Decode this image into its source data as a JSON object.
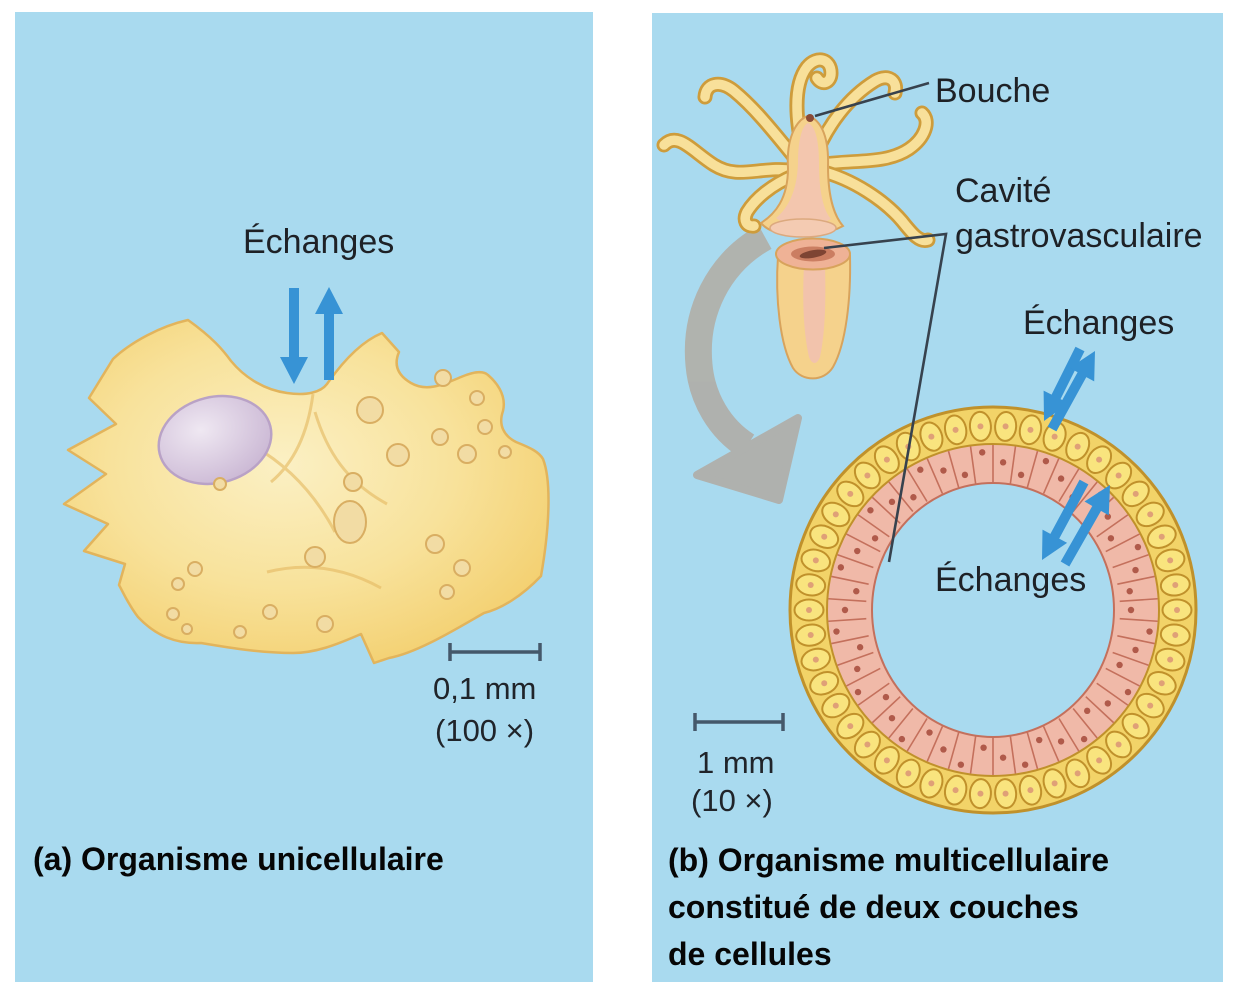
{
  "figure": {
    "panel_a": {
      "caption": "(a) Organisme unicellulaire",
      "exchanges_label": "Échanges",
      "scale_bar": {
        "label": "0,1 mm",
        "magnification": "(100 ×)"
      }
    },
    "panel_b": {
      "caption_lines": [
        "(b) Organisme multicellulaire",
        "constitué de deux couches",
        "de cellules"
      ],
      "mouth_label": "Bouche",
      "cavity_label_lines": [
        "Cavité",
        "gastrovasculaire"
      ],
      "exchanges_outer_label": "Échanges",
      "exchanges_inner_label": "Échanges",
      "scale_bar": {
        "label": "1 mm",
        "magnification": "(10 ×)"
      }
    }
  },
  "icons": {
    "exchange_arrows": "double-arrow-in-out",
    "magnified_view_arrow": "gray-curved-arrow",
    "leader_lines": "label-pointer-line",
    "scale_bars": "measure-bar-with-end-ticks"
  },
  "colors": {
    "panel_bg": "#A9DAEF",
    "arrow_blue": "#3793D5",
    "gray_arrow": "#B1A9A0",
    "scalebar": "#45586A",
    "leader": "#37424E",
    "text": "#1E2126",
    "amoeba_fill": "#F8E29B",
    "amoeba_light": "#FBF0C4",
    "amoeba_edge": "#E2B45C",
    "nucleus_fill": "#C8B4D2",
    "nucleus_light": "#EFE8F2",
    "vesicle_fill": "#F2DCA4",
    "vesicle_edge": "#D9AE62",
    "cell_yellow": "#F9E47E",
    "cell_yellow_bg": "#F2D368",
    "cell_yellow_edge": "#C0912B",
    "cell_pink": "#F0B9A8",
    "cell_pink_edge": "#C4705C",
    "pink_nucleus_dot": "#B05A4A",
    "bead_dot": "#DFA077",
    "hydra_yellow": "#F5D28C",
    "hydra_pink": "#F3C6AE",
    "hydra_edge": "#D8A35C",
    "mouth_dark": "#7E4433"
  }
}
